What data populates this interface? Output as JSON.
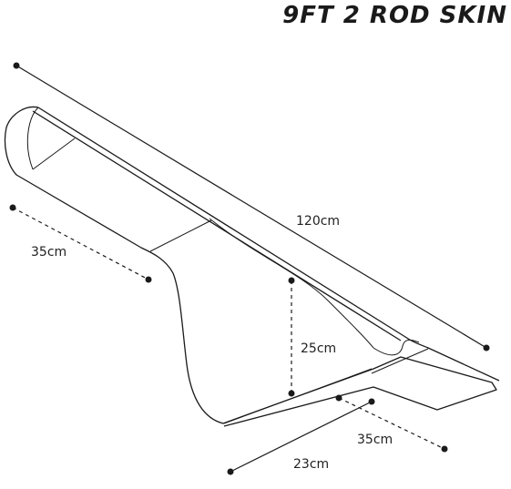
{
  "title": "9FT 2 ROD SKIN",
  "dimensions": {
    "length": "120cm",
    "reel_section_length": "35cm",
    "reel_section_height": "25cm",
    "tip_section_length": "35cm",
    "base_width": "23cm"
  }
}
